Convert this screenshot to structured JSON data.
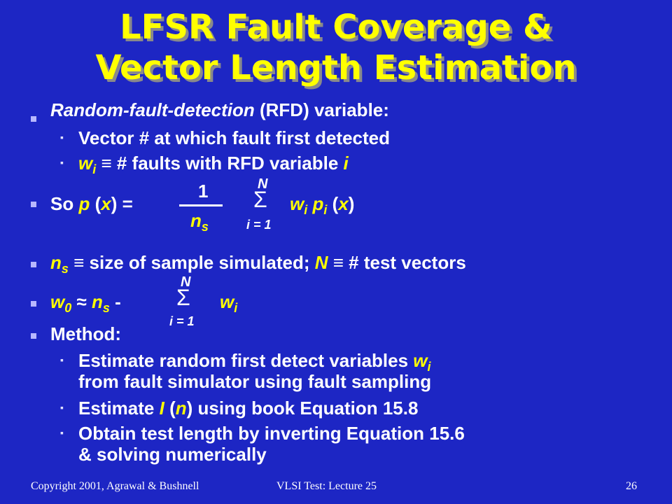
{
  "title_line1": "LFSR Fault Coverage &",
  "title_line2": "Vector Length Estimation",
  "rfd_term": "Random-fault-detection",
  "rfd_rest": " (RFD) variable:",
  "sub1": "Vector # at which fault first detected",
  "sub2_w": "w",
  "sub2_i": "i",
  "sub2_equiv": " ≡ ",
  "sub2_rest": "# faults with RFD variable ",
  "sub2_var": "i",
  "so": "So",
  "px": "p",
  "xvar": "x",
  "frac_num": "1",
  "frac_den_n": "n",
  "frac_den_s": "s",
  "sigma": "Σ",
  "N": "N",
  "i_eq_1": "i = 1",
  "wi_w": "w",
  "wi_i": "i",
  "pi_p": "p",
  "pi_i": "i",
  "ns_line_rest": " size of sample simulated; ",
  "ns_line_N": "N",
  "ns_line_end": " # test vectors",
  "equiv": "≡",
  "w0_w": "w",
  "w0_0": "0",
  "approx": "≈",
  "minus": "-",
  "method": "Method:",
  "m1a": "Estimate random first detect variables ",
  "m1b": "from fault simulator using fault sampling",
  "m2a": "Estimate ",
  "m2_I": "I",
  "m2_n": "n",
  "m2b": " using book Equation 15.8",
  "m3a": "Obtain test length by inverting Equation 15.6",
  "m3b": "& solving numerically",
  "footer_left": "Copyright 2001, Agrawal & Bushnell",
  "footer_mid": "VLSI Test: Lecture 25",
  "footer_right": "26"
}
